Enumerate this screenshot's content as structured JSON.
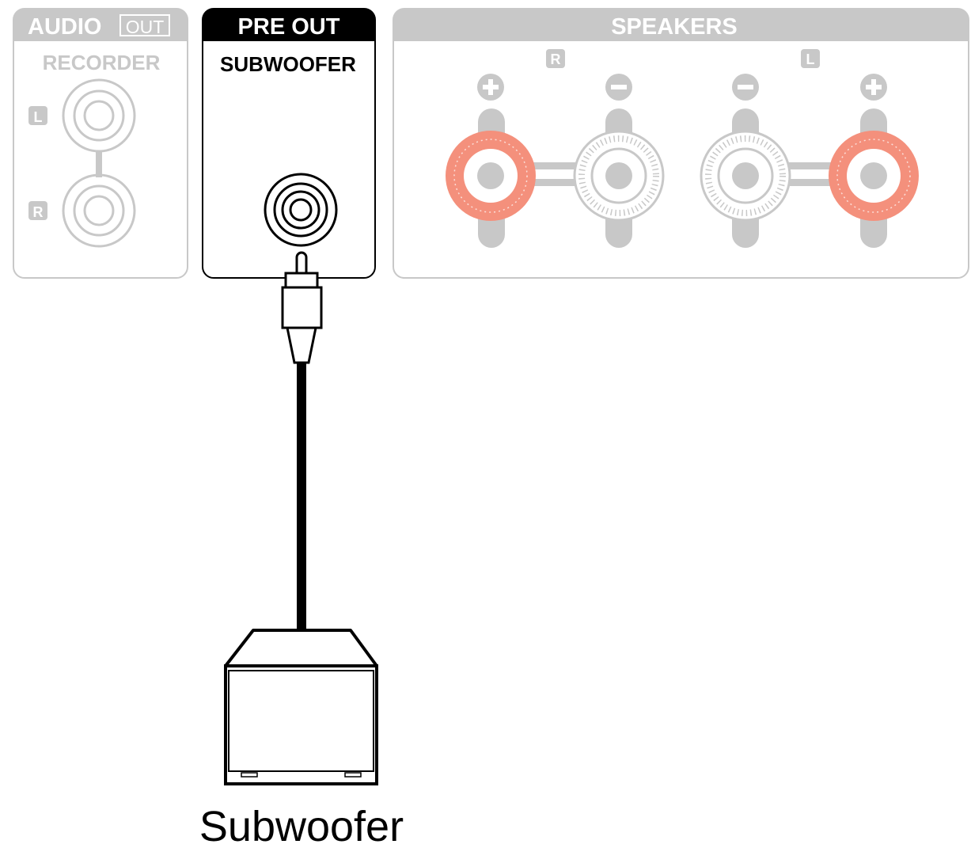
{
  "audio_out_panel": {
    "title": "AUDIO",
    "title_badge": "OUT",
    "subtitle": "RECORDER",
    "channel_left": "L",
    "channel_right": "R"
  },
  "pre_out_panel": {
    "title": "PRE OUT",
    "subtitle": "SUBWOOFER"
  },
  "speakers_panel": {
    "title": "SPEAKERS",
    "channel_right": "R",
    "channel_left": "L",
    "terminals": [
      "+",
      "−",
      "−",
      "+"
    ]
  },
  "device": {
    "label": "Subwoofer"
  },
  "colors": {
    "inactive_gray": "#c8c8c8",
    "active_black": "#000000",
    "highlight_red": "#f4907c"
  }
}
